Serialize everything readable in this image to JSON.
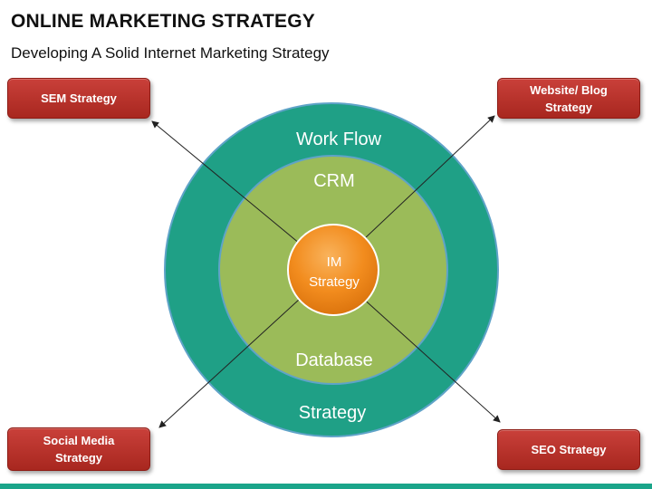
{
  "header": {
    "title": "ONLINE MARKETING STRATEGY",
    "subtitle": "Developing A Solid Internet Marketing Strategy"
  },
  "diagram": {
    "outer_ring": {
      "top_label": "Work Flow",
      "bottom_label": "Strategy",
      "color": "#1fa086"
    },
    "middle_ring": {
      "top_label": "CRM",
      "bottom_label": "Database",
      "color": "#9bbb59"
    },
    "core": {
      "line1": "IM",
      "line2": "Strategy",
      "color": "#f28c1e"
    },
    "boxes": {
      "sem": "SEM Strategy",
      "website_line1": "Website/ Blog",
      "website_line2": "Strategy",
      "social_line1": "Social Media",
      "social_line2": "Strategy",
      "seo": "SEO Strategy"
    },
    "box_color": "#c0392b"
  },
  "footer_bar_color": "#1aa58a"
}
